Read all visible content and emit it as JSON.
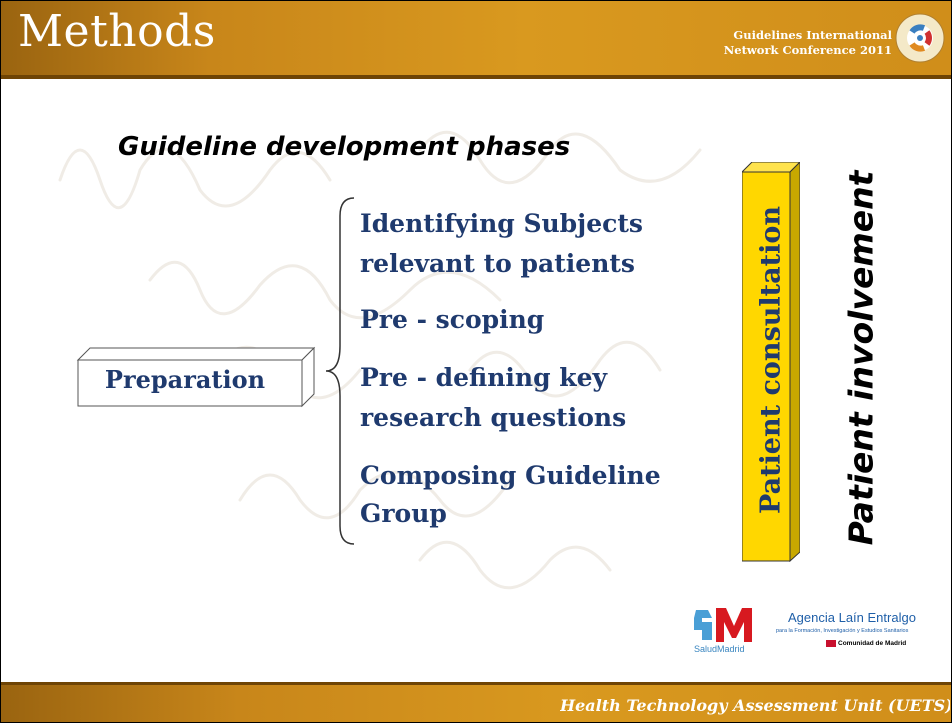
{
  "header": {
    "title": "Methods",
    "conference_line1": "Guidelines International",
    "conference_line2": "Network Conference 2011",
    "logo_icon": "gin-logo-icon"
  },
  "slide": {
    "subtitle": "Guideline development phases",
    "phase_label": "Preparation",
    "steps": [
      "Identifying Subjects",
      "relevant to patients",
      "Pre - scoping",
      "Pre - defining key",
      "research questions",
      "Composing Guideline",
      "Group"
    ],
    "pillar_label": "Patient consultation",
    "side_label": "Patient involvement"
  },
  "logos": {
    "salud": "SaludMadrid",
    "agencia": "Agencia Laín Entralgo",
    "agencia_sub": "para la Formación, Investigación y Estudios Sanitarios",
    "comunidad": "Comunidad de Madrid"
  },
  "footer": {
    "text": "Health Technology Assessment Unit (UETS)"
  },
  "colors": {
    "header_bar": "#d08e1a",
    "text_blue": "#1f3a6e",
    "pillar_yellow": "#ffd700"
  }
}
